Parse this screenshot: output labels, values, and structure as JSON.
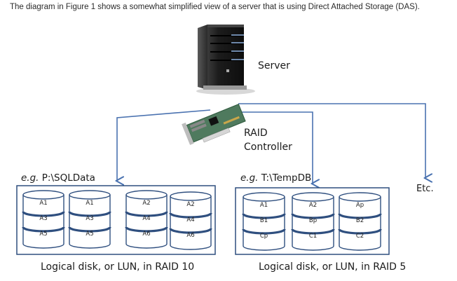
{
  "intro_text": "The diagram in Figure 1 shows a somewhat simplified view of a server that is using Direct Attached Storage (DAS).",
  "server": {
    "label": "Server",
    "icon": "server-tower-icon"
  },
  "controller": {
    "label_line1": "RAID",
    "label_line2": "Controller",
    "icon": "raid-card-icon"
  },
  "etc_label": "Etc.",
  "colors": {
    "connector": "#4a72b0",
    "box_border": "#2f4f7f",
    "disk_stroke": "#2f4f7f"
  },
  "groups": [
    {
      "example": {
        "prefix": "e.g.",
        "path": "P:\\SQLData"
      },
      "caption": "Logical disk, or LUN, in RAID 10",
      "disks": [
        {
          "segments": [
            "A1",
            "A3",
            "A5"
          ]
        },
        {
          "segments": [
            "A1",
            "A3",
            "A5"
          ]
        },
        {
          "segments": [
            "A2",
            "A4",
            "A6"
          ]
        },
        {
          "segments": [
            "A2",
            "A4",
            "A6"
          ]
        }
      ]
    },
    {
      "example": {
        "prefix": "e.g.",
        "path": "T:\\TempDB"
      },
      "caption": "Logical disk, or LUN, in RAID 5",
      "disks": [
        {
          "segments": [
            "A1",
            "B1",
            "Cp"
          ]
        },
        {
          "segments": [
            "A2",
            "Bp",
            "C1"
          ]
        },
        {
          "segments": [
            "Ap",
            "B2",
            "C2"
          ]
        }
      ]
    }
  ]
}
